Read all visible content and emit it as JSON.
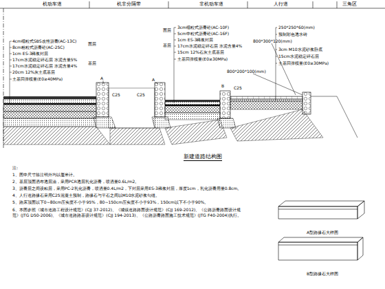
{
  "diagram": {
    "title": "新建道路结构图",
    "labels": [
      "机动车道",
      "机非分隔带",
      "非机动车道",
      "人行道",
      "三角区",
      "4cm细粒式SBS改性沥青(AC-13C)",
      "8cm粗粒式沥青砼(AC-25C)",
      "面层",
      "1cm ES-3稀浆封层",
      "17cm水泥稳定碎石层 水泥含量5%",
      "17cm水泥稳定碎石层 水泥含量4%",
      "基层",
      "20cm 12%灰土底基层",
      "土基回弹模量(E0≥40MPa)",
      "A",
      "C25",
      "3cm细粒式沥青砼(AC-10F)",
      "5cm中粒式沥青砼(AC-16F)",
      "面层",
      "1cm ES-3稀浆封层",
      "17cm水泥稳定碎石层 水泥含量4%",
      "基层",
      "15cm 12%石灰土底基层",
      "土基回弹模量(E0≥30MPa)",
      "A",
      "C25",
      "250*250*60(mm)",
      "预制彩色透水砖",
      "800*300*120(mm)",
      "3cm M10水泥砂浆卧底",
      "15cm水泥稳定碎石层",
      "土基回弹模量(E0≥30MPa)",
      "800*200*100(mm)",
      "B",
      "C25",
      "注:",
      "1、图中尺寸除注明外均以厘米计。",
      "2、基层顶面洒布透层油，采用PCR透层乳化沥青，喷洒量0.6L/m2。",
      "3、沥青层之间设粘层，采用PC-2乳化沥青，喷洒量0.4L/m2，下封层采用ES-3稀浆封层，厚度1cm，乳化沥青用量0.8cm。",
      "4、人行道路缘石采用C25混凝土预制，路缘石与平石之间以M10水泥砂浆勾缝。",
      "5、路床顶面以下0~80cm压实度不小于95%，80~150cm压实度不小于93%，150cm以下不小于90%。",
      "6、本图参照《城市道路工程设计规范》(CJJ 37-2012)、《城镇道路路面设计规范》(CJJ 169-2012)、《公路沥青路面设计规范》(JTG D50-2006)、《城市道路路基设计规范》(CJJ 194-2013)、《公路沥青路面施工技术规范》(JTG F40-2004)执行。",
      "A型路缘石大样图",
      "B型路缘石大样图"
    ]
  }
}
